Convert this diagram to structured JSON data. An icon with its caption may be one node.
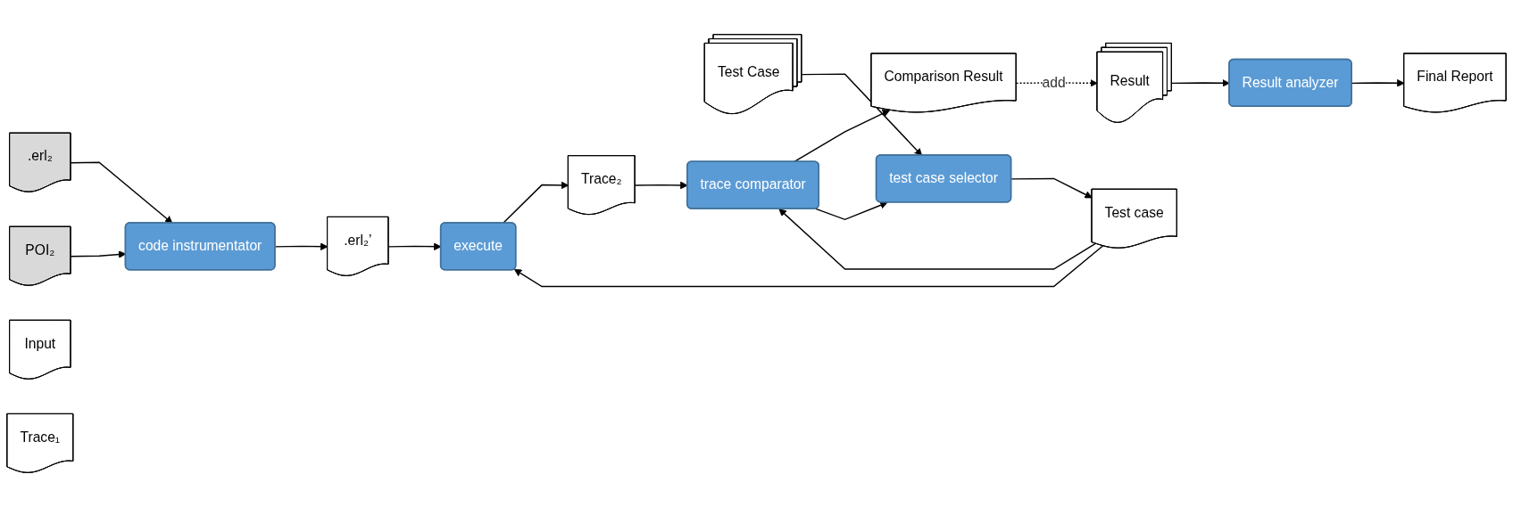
{
  "diagram": {
    "nodes": [
      {
        "text": [
          ".erl₂"
        ]
      },
      {
        "text": [
          "POI₂"
        ]
      },
      {
        "text": [
          "code instrumentator"
        ]
      },
      {
        "text": [
          ".erl₂’"
        ]
      },
      {
        "text": [
          "Result"
        ]
      },
      {
        "text": [
          "Result analyzer"
        ]
      },
      {
        "text": [
          "Comparison Result"
        ]
      },
      {
        "text": [
          "Final Report"
        ]
      },
      {
        "text": [
          "Test Case"
        ]
      },
      {
        "text": [
          "test case selector"
        ]
      },
      {
        "text": [
          "Test case"
        ]
      },
      {
        "text": [
          "Input"
        ]
      },
      {
        "text": [
          "execute"
        ]
      },
      {
        "text": [
          "Trace₂"
        ]
      },
      {
        "text": [
          "trace comparator"
        ]
      },
      {
        "text": [
          "Trace₁"
        ]
      }
    ],
    "edges": [
      {
        "from": 0,
        "to": 2,
        "arrow": "to"
      },
      {
        "from": 1,
        "to": 2,
        "arrow": "to"
      },
      {
        "from": 2,
        "to": 3,
        "arrow": "to"
      },
      {
        "from": 4,
        "to": 5,
        "arrow": "to"
      },
      {
        "from": 5,
        "to": 7,
        "arrow": "to"
      },
      {
        "from": 6,
        "to": 4,
        "arrow": "to",
        "label": "add",
        "style": "dashed"
      },
      {
        "from": 3,
        "to": 12,
        "arrow": "to"
      },
      {
        "from": 8,
        "to": 9,
        "arrow": "to"
      },
      {
        "from": 9,
        "to": 10,
        "arrow": "to"
      },
      {
        "from": 10,
        "to": 12,
        "arrow": "to"
      },
      {
        "from": 12,
        "to": 13,
        "arrow": "to"
      },
      {
        "from": 13,
        "to": 14,
        "arrow": "to"
      },
      {
        "from": 10,
        "to": 14,
        "arrow": "to"
      },
      {
        "from": 14,
        "to": 6,
        "arrow": "to"
      },
      {
        "from": 14,
        "to": 9,
        "arrow": "to"
      }
    ]
  }
}
